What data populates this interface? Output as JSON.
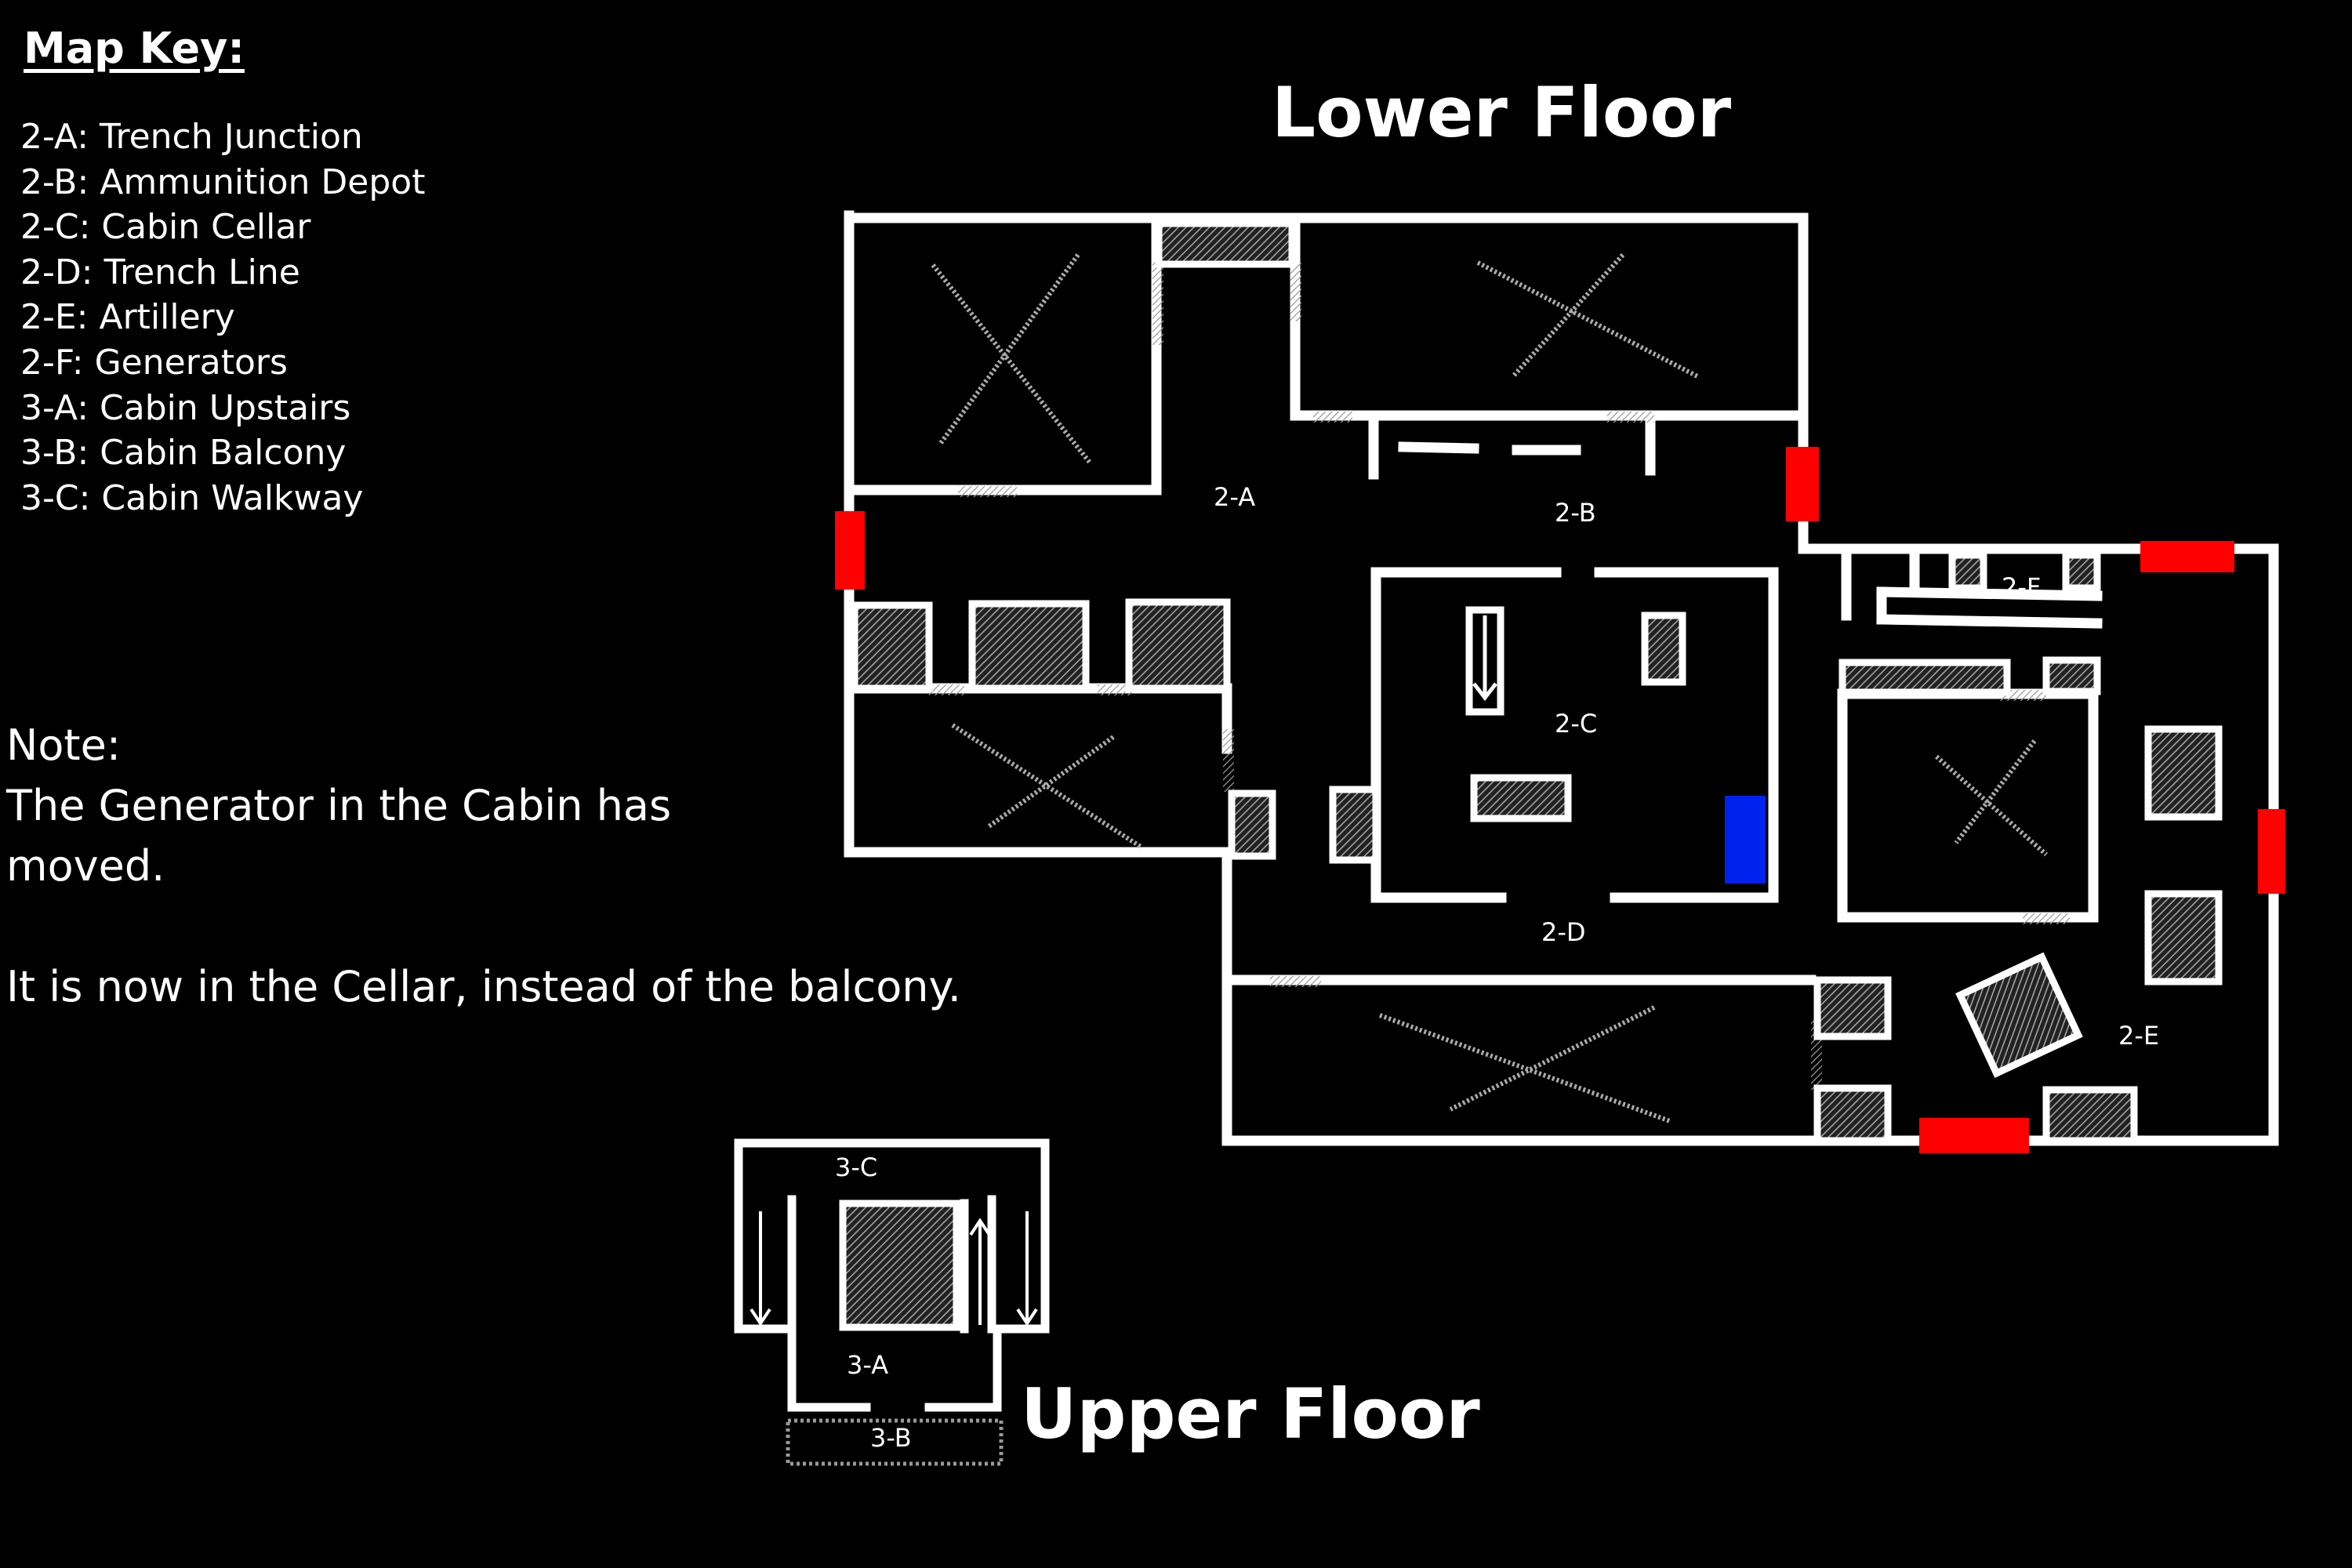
{
  "map_key": {
    "title": "Map Key:",
    "items": [
      "2-A: Trench Junction",
      "2-B: Ammunition Depot",
      "2-C: Cabin Cellar",
      "2-D: Trench Line",
      "2-E: Artillery",
      "2-F: Generators",
      "3-A: Cabin Upstairs",
      "3-B: Cabin Balcony",
      "3-C: Cabin Walkway"
    ]
  },
  "note": {
    "label": "Note:",
    "line1": "The Generator in the Cabin has",
    "line2": "moved.",
    "line3": "It is now in the Cellar, instead of the balcony."
  },
  "lower_floor": {
    "title": "Lower Floor",
    "room_labels": {
      "a": "2-A",
      "b": "2-B",
      "c": "2-C",
      "d": "2-D",
      "e": "2-E",
      "f": "2-F"
    }
  },
  "upper_floor": {
    "title": "Upper Floor",
    "room_labels": {
      "a": "3-A",
      "b": "3-B",
      "c": "3-C"
    }
  },
  "colors": {
    "background": "#000000",
    "wall": "#ffffff",
    "exit": "#ff0000",
    "generator": "#0022ee",
    "hatch": "#888888"
  }
}
